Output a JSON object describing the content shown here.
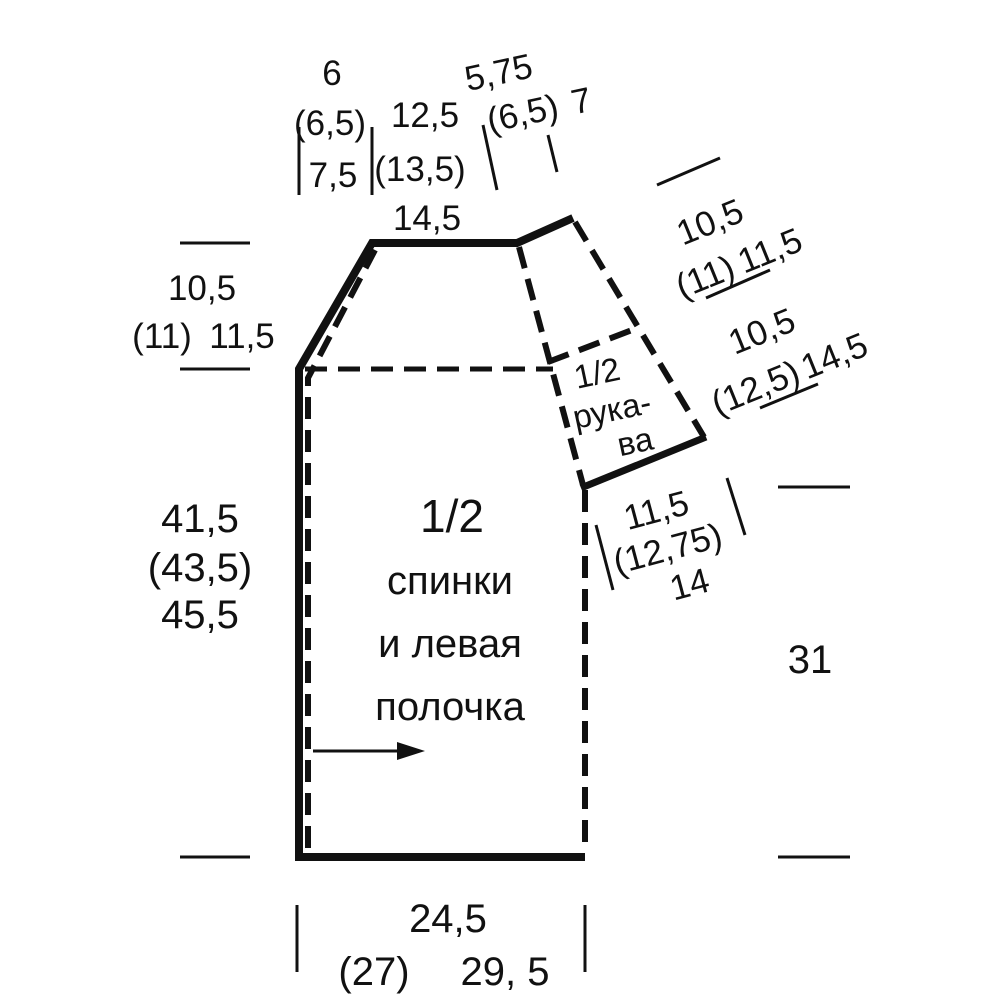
{
  "colors": {
    "ink": "#111111",
    "background": "#ffffff"
  },
  "body": {
    "fraction": "1/2",
    "line1": "спинки",
    "line2": "и левая",
    "line3": "полочка"
  },
  "sleeve": {
    "fraction": "1/2",
    "line1": "рука-",
    "line2": "ва"
  },
  "dims": {
    "shoulder_slope": [
      "6",
      "(6,5)",
      "7,5"
    ],
    "neck": [
      "12,5",
      "(13,5)",
      "14,5"
    ],
    "sleeve_top": [
      "5,75",
      "(6,5)",
      "7"
    ],
    "armhole_height": [
      "10,5",
      "(11)",
      "11,5"
    ],
    "sleeve_upper": [
      "10,5",
      "(11)",
      "11,5"
    ],
    "sleeve_lower": [
      "10,5",
      "(12,5)",
      "14,5"
    ],
    "cuff": [
      "11,5",
      "(12,75)",
      "14"
    ],
    "body_length": [
      "41,5",
      "(43,5)",
      "45,5"
    ],
    "sleeve_length": "31",
    "width": [
      "24,5",
      "(27)",
      "29, 5"
    ]
  }
}
